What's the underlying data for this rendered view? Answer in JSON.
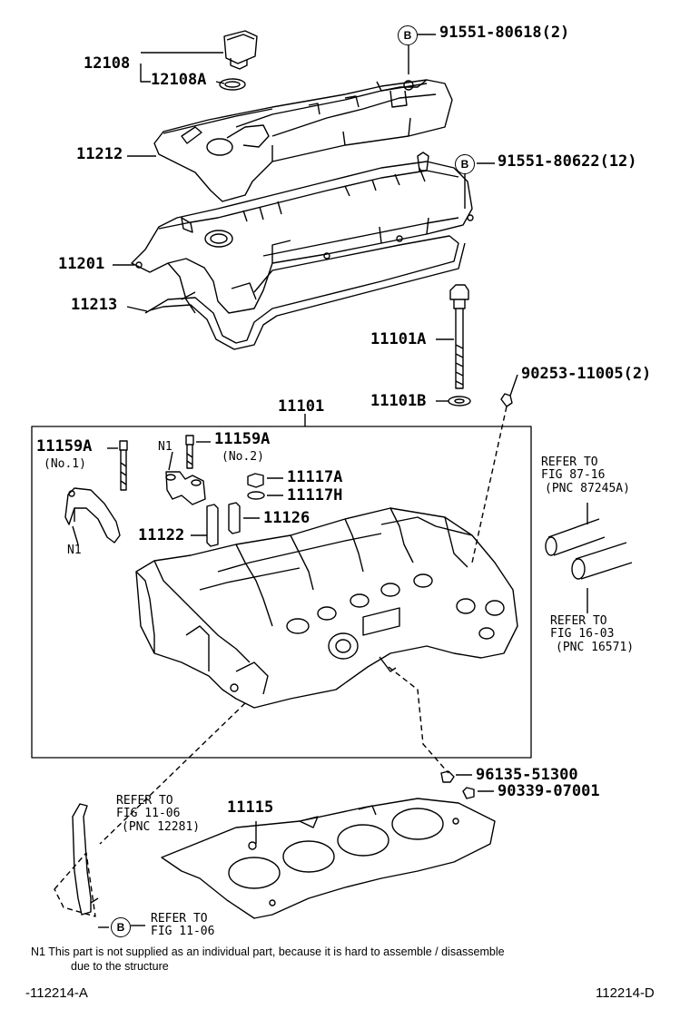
{
  "labels": {
    "p12108": "12108",
    "p12108A": "12108A",
    "p11212": "11212",
    "p11201": "11201",
    "p11213": "11213",
    "p91551_80618": "91551-80618(2)",
    "p91551_80622": "91551-80622(12)",
    "p11101A": "11101A",
    "p11101B": "11101B",
    "p90253": "90253-11005(2)",
    "p11101": "11101",
    "p11159A_1": "11159A",
    "p11159A_2": "11159A",
    "no1": "(No.1)",
    "no2": "(No.2)",
    "n1_a": "N1",
    "n1_b": "N1",
    "p11117A": "11117A",
    "p11117H": "11117H",
    "p11122": "11122",
    "p11126": "11126",
    "p96135": "96135-51300",
    "p90339": "90339-07001",
    "p11115": "11115"
  },
  "refs": {
    "ref1_line1": "REFER TO",
    "ref1_line2": "FIG 87-16",
    "ref1_line3": "(PNC 87245A)",
    "ref2_line1": "REFER TO",
    "ref2_line2": "FIG 16-03",
    "ref2_line3": "(PNC 16571)",
    "ref3_line1": "REFER TO",
    "ref3_line2": "FIG 11-06",
    "ref3_line3": "(PNC 12281)",
    "ref4_line1": "REFER TO",
    "ref4_line2": "FIG 11-06"
  },
  "circle_marks": {
    "b1": "B",
    "b2": "B",
    "b3": "B"
  },
  "footer": {
    "note_line1": "N1  This part is not supplied as an individual part, because it is hard to assemble / disassemble",
    "note_line2": "due to the structure",
    "left_code": "-112214-A",
    "right_code": "112214-D"
  }
}
